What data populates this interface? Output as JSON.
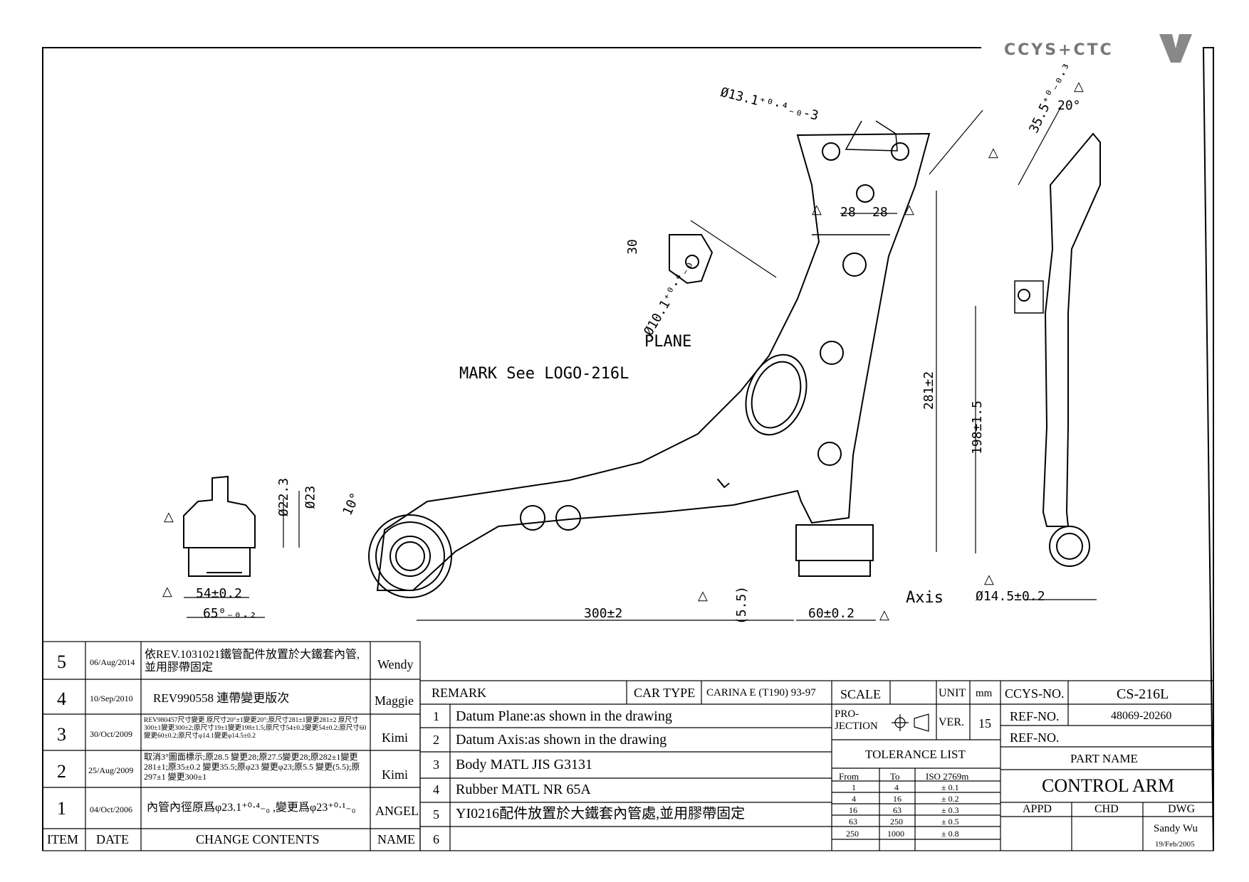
{
  "logo": "CCYS+CTC",
  "callouts": {
    "hole_top": "Ø13.1⁺⁰·⁴₋₀-3",
    "hole_ear": "Ø10.1⁺⁰·⁴₋₀",
    "d30": "30",
    "d28a": "28",
    "d28b": "28",
    "plane": "PLANE",
    "mark": "MARK See LOGO-216L",
    "side_mark": "L",
    "d281": "281±2",
    "d198": "198±1.5",
    "d355": "35.5⁺⁰₋₀.₃",
    "angle20": "20°",
    "angle10": "10°",
    "d223": "Ø22.3",
    "d23": "Ø23",
    "d54": "54±0.2",
    "d65": "65⁰₋₀.₂",
    "d300": "300±2",
    "d55": "(5.5)",
    "d60": "60±0.2",
    "axis": "Axis",
    "d145": "Ø14.5±0.2",
    "datum": "△"
  },
  "revisions": [
    {
      "item": "5",
      "date": "06/Aug/2014",
      "content": "依REV.1031021鐵管配件放置於大鐵套內管,並用膠帶固定",
      "name": "Wendy"
    },
    {
      "item": "4",
      "date": "10/Sep/2010",
      "content": "REV990558 連帶變更版次",
      "name": "Maggie"
    },
    {
      "item": "3",
      "date": "30/Oct/2009",
      "content": "REV980457尺寸變更 原尺寸20°±1變更20°;原尺寸281±1變更281±2 原尺寸300±1變更300±2;原尺寸19±1變更198±1.5;原尺寸54±0.2變更54±0.2;原尺寸60 變更60±0.2;原尺寸φ14.1變更φ14.5±0.2",
      "name": "Kimi"
    },
    {
      "item": "2",
      "date": "25/Aug/2009",
      "content": "取消3°圖面標示;原28.5 變更28;原27.5變更28;原282±1變更281±1;原35±0.2 變更35.5;原φ23 變更φ23;原5.5 變更(5.5);原297±1 變更300±1",
      "name": "Kimi"
    },
    {
      "item": "1",
      "date": "04/Oct/2006",
      "content": "內管內徑原爲φ23.1⁺⁰·⁴₋₀ ,變更爲φ23⁺⁰·¹₋₀",
      "name": "ANGEL"
    }
  ],
  "rev_header": {
    "item": "ITEM",
    "date": "DATE",
    "content": "CHANGE CONTENTS",
    "name": "NAME"
  },
  "remark": {
    "label": "REMARK",
    "car_type_label": "CAR TYPE",
    "car_type": "CARINA E (T190) 93-97",
    "items": [
      {
        "n": "1",
        "text": "Datum Plane:as shown in the drawing"
      },
      {
        "n": "2",
        "text": "Datum Axis:as shown in the drawing"
      },
      {
        "n": "3",
        "text": "Body MATL JIS G3131"
      },
      {
        "n": "4",
        "text": "Rubber MATL NR 65A"
      },
      {
        "n": "5",
        "text": "YI0216配件放置於大鐵套內管處,並用膠帶固定"
      },
      {
        "n": "6",
        "text": ""
      }
    ]
  },
  "scale": {
    "label": "SCALE",
    "unit_label": "UNIT",
    "unit": "mm",
    "projection_label": "PRO-JECTION",
    "ver_label": "VER.",
    "ver": "15"
  },
  "tolerance": {
    "title": "TOLERANCE LIST",
    "headers": [
      "From",
      "To",
      "ISO 2769m"
    ],
    "rows": [
      [
        "1",
        "4",
        "± 0.1"
      ],
      [
        "4",
        "16",
        "± 0.2"
      ],
      [
        "16",
        "63",
        "± 0.3"
      ],
      [
        "63",
        "250",
        "± 0.5"
      ],
      [
        "250",
        "1000",
        "± 0.8"
      ]
    ]
  },
  "title_block": {
    "ccys_label": "CCYS-NO.",
    "ccys_no": "CS-216L",
    "ref_label": "REF-NO.",
    "ref_no": "48069-20260",
    "ref_label2": "REF-NO.",
    "ref_no2": "",
    "part_name_label": "PART NAME",
    "part_name": "CONTROL ARM",
    "appd": "APPD",
    "chd": "CHD",
    "dwg": "DWG",
    "drawn_by": "Sandy Wu",
    "drawn_date": "19/Feb/2005"
  }
}
